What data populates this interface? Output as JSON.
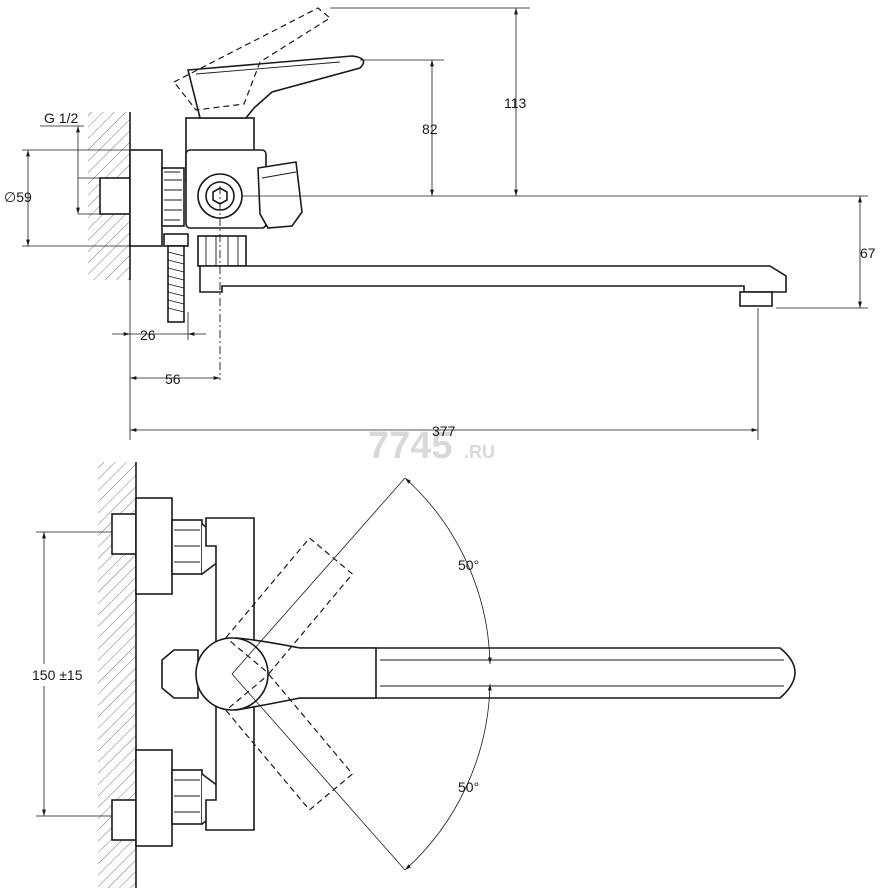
{
  "watermark": {
    "main": "7745",
    "suffix": ".RU"
  },
  "side_view": {
    "thread_label": "G 1/2",
    "diameter_label": "∅59",
    "height_to_lever_tip": "113",
    "height_to_lever": "82",
    "spout_height": "67",
    "flange_offset": "26",
    "body_offset": "56",
    "total_length": "377"
  },
  "top_view": {
    "mounting_spacing": "150 ±15",
    "angle_upper": "50°",
    "angle_lower": "50°"
  }
}
